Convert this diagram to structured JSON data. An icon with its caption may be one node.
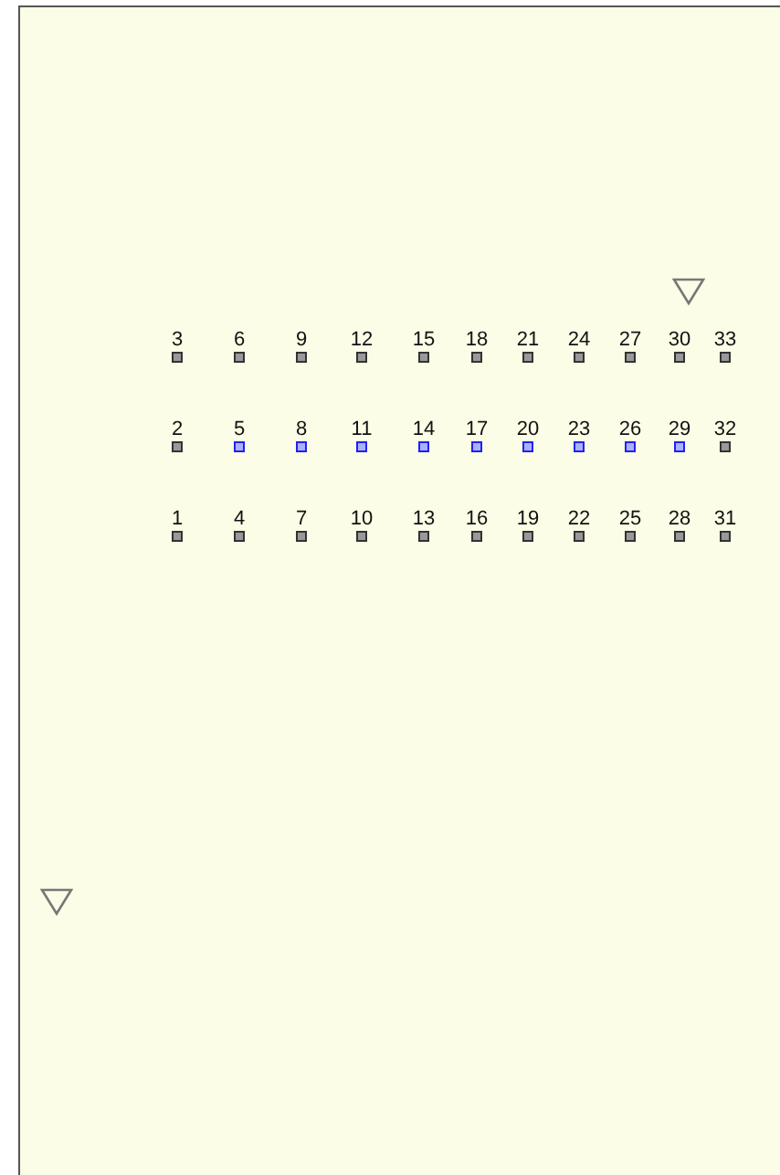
{
  "diagram": {
    "labels": [
      "3",
      "6",
      "9",
      "12",
      "15",
      "18",
      "21",
      "24",
      "27",
      "30",
      "33",
      "2",
      "5",
      "8",
      "11",
      "14",
      "17",
      "20",
      "23",
      "26",
      "29",
      "32",
      "1",
      "4",
      "7",
      "10",
      "13",
      "16",
      "19",
      "22",
      "25",
      "28",
      "31"
    ]
  }
}
